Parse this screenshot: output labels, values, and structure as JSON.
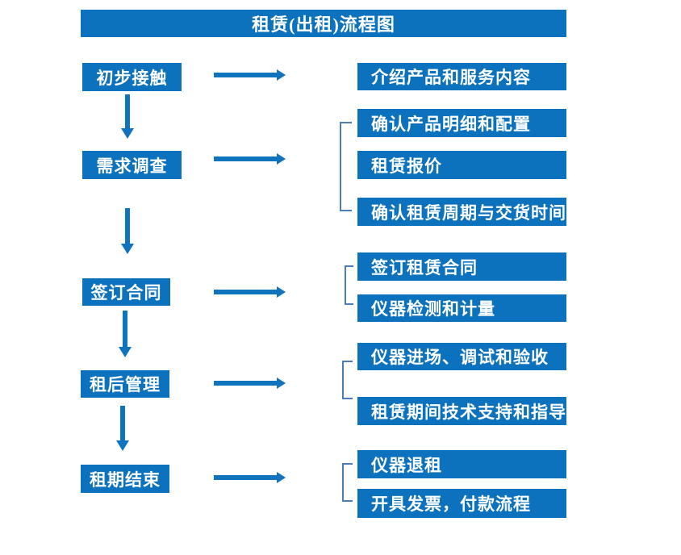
{
  "title": "租赁(出租)流程图",
  "colors": {
    "box_blue": "#0d72bd",
    "arrow_blue": "#0f73bd",
    "bracket_blue": "#4b7dbb",
    "text_white": "#ffffff",
    "bg": "#ffffff"
  },
  "steps": [
    {
      "label": "初步接触",
      "details": [
        "介绍产品和服务内容"
      ]
    },
    {
      "label": "需求调查",
      "details": [
        "确认产品明细和配置",
        "租赁报价",
        "确认租赁周期与交货时间"
      ]
    },
    {
      "label": "签订合同",
      "details": [
        "签订租赁合同",
        "仪器检测和计量"
      ]
    },
    {
      "label": "租后管理",
      "details": [
        "仪器进场、调试和验收",
        "租赁期间技术支持和指导"
      ]
    },
    {
      "label": "租期结束",
      "details": [
        "仪器退租",
        "开具发票，付款流程"
      ]
    }
  ]
}
